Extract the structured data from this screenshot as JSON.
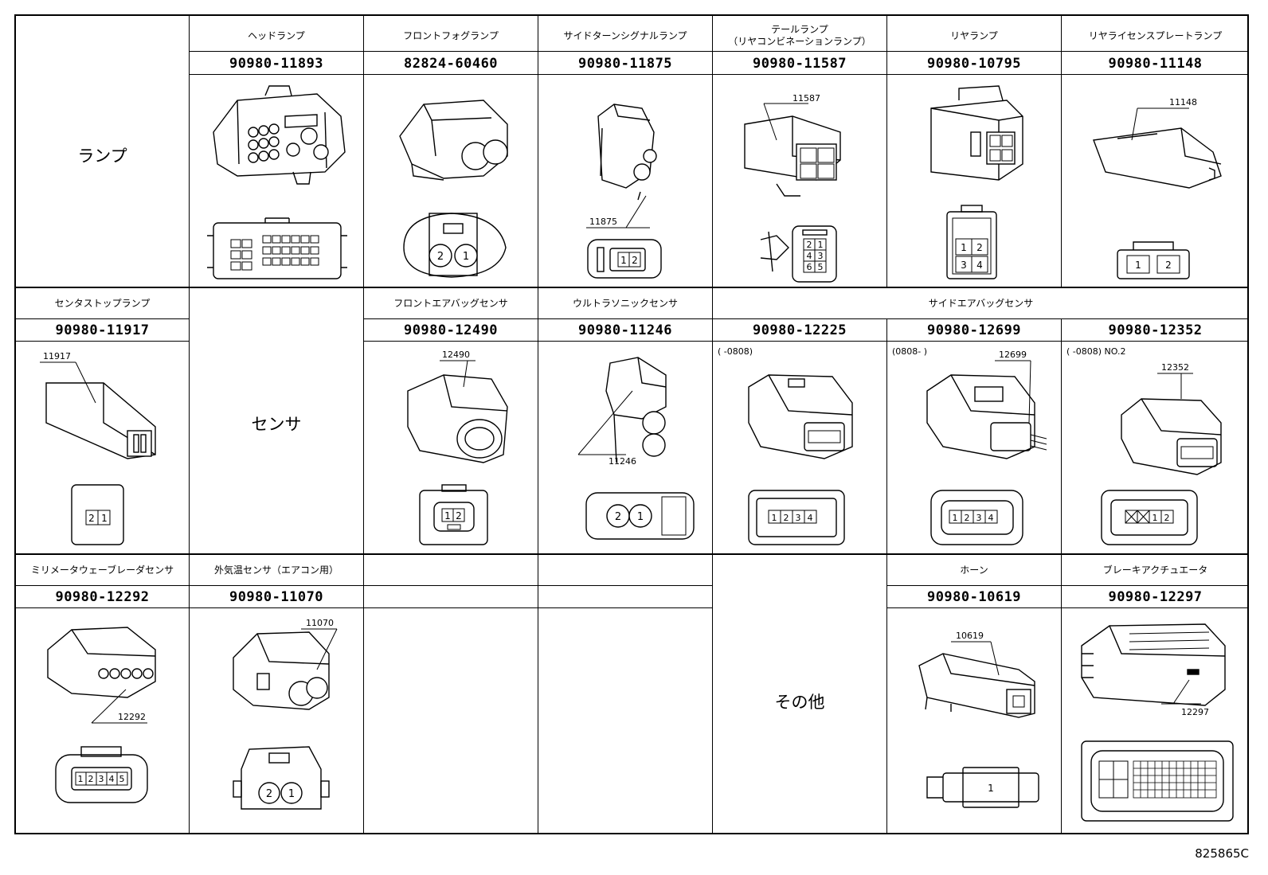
{
  "figure_code": "825865C",
  "categories": {
    "lamp": "ランプ",
    "sensor": "センサ",
    "other": "その他"
  },
  "row1": [
    {
      "name": "ヘッドランプ",
      "pn": "90980-11893"
    },
    {
      "name": "フロントフォグランプ",
      "pn": "82824-60460"
    },
    {
      "name": "サイドターンシグナルランプ",
      "pn": "90980-11875",
      "callout": "11875"
    },
    {
      "name_line1": "テールランプ",
      "name_line2": "（リヤコンビネーションランプ）",
      "pn": "90980-11587",
      "callout": "11587"
    },
    {
      "name": "リヤランプ",
      "pn": "90980-10795"
    },
    {
      "name": "リヤライセンスプレートランプ",
      "pn": "90980-11148",
      "callout": "11148"
    }
  ],
  "row2": [
    {
      "name": "センタストップランプ",
      "pn": "90980-11917",
      "callout": "11917"
    },
    {
      "name": "フロントエアバッグセンサ",
      "pn": "90980-12490",
      "callout": "12490"
    },
    {
      "name": "ウルトラソニックセンサ",
      "pn": "90980-11246",
      "callout": "11246"
    },
    {
      "name": "サイドエアバッグセンサ"
    },
    {
      "pn": "90980-12225",
      "note": "(      -0808)"
    },
    {
      "pn": "90980-12699",
      "note": "(0808-      )",
      "callout": "12699"
    },
    {
      "pn": "90980-12352",
      "note": "(      -0808) NO.2",
      "callout": "12352"
    }
  ],
  "row3": [
    {
      "name": "ミリメータウェーブレーダセンサ",
      "pn": "90980-12292",
      "callout": "12292"
    },
    {
      "name": "外気温センサ（エアコン用）",
      "pn": "90980-11070",
      "callout": "11070"
    },
    {
      "name": "ホーン",
      "pn": "90980-10619",
      "callout": "10619"
    },
    {
      "name": "ブレーキアクチュエータ",
      "pn": "90980-12297",
      "callout": "12297"
    }
  ],
  "pins": {
    "fog": [
      "2",
      "1"
    ],
    "turn": [
      "1",
      "2"
    ],
    "tail": [
      "2",
      "1",
      "4",
      "3",
      "6",
      "5"
    ],
    "rear": [
      "1",
      "2",
      "3",
      "4"
    ],
    "plate": [
      "1",
      "2"
    ],
    "center": [
      "2",
      "1"
    ],
    "front_airbag": [
      "1",
      "2"
    ],
    "ultrasonic": [
      "2",
      "1"
    ],
    "side_a": [
      "1",
      "2",
      "3",
      "4"
    ],
    "side_b": [
      "1",
      "2",
      "3",
      "4"
    ],
    "side_c": [
      "1",
      "2"
    ],
    "radar": [
      "1",
      "2",
      "3",
      "4",
      "5"
    ],
    "ambient": [
      "2",
      "1"
    ],
    "horn": [
      "1"
    ]
  }
}
